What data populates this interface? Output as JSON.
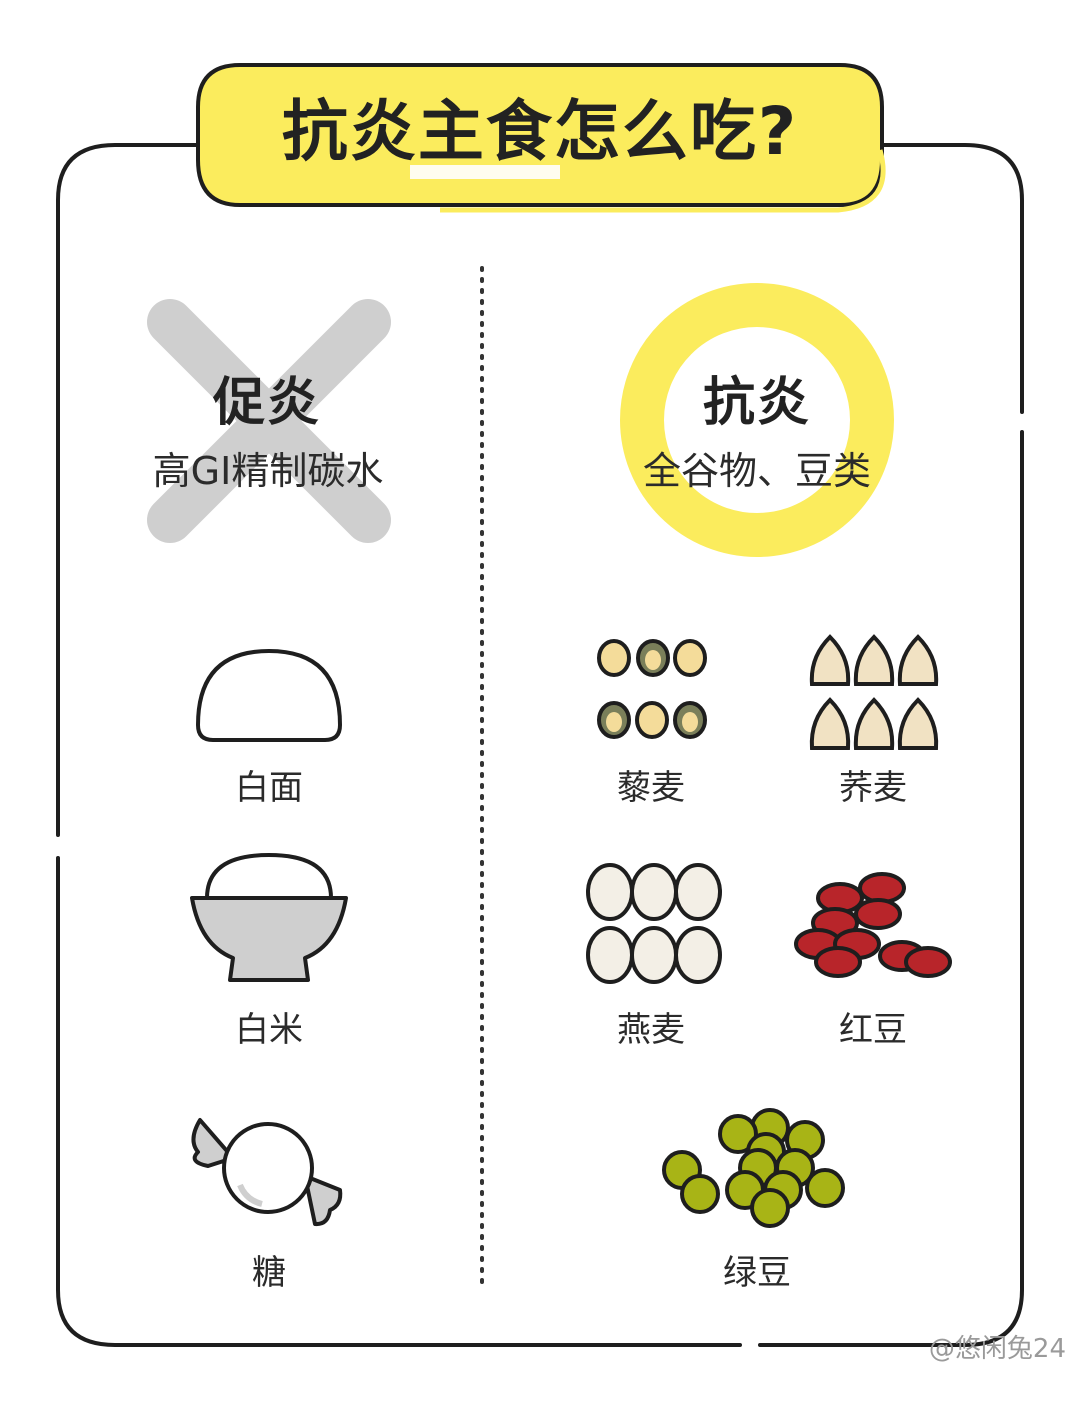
{
  "title": "抗炎主食怎么吃?",
  "left": {
    "heading": "促炎",
    "subtitle": "高GI精制碳水",
    "items": [
      "白面",
      "白米",
      "糖"
    ]
  },
  "right": {
    "heading": "抗炎",
    "subtitle": "全谷物、豆类",
    "items": [
      "藜麦",
      "荞麦",
      "燕麦",
      "红豆",
      "绿豆"
    ]
  },
  "watermark": "@悠闲兔24",
  "colors": {
    "accent_yellow": "#fbec5d",
    "cross_gray": "#cfcfcf",
    "outline": "#1e1e1e",
    "red_bean": "#b8252a",
    "mung_bean": "#a8b416"
  },
  "icons": {
    "cross": "cross-mark-icon",
    "circle": "yellow-ring-icon",
    "flour": "steamed-bun-icon",
    "rice": "rice-bowl-icon",
    "sugar": "candy-icon"
  }
}
